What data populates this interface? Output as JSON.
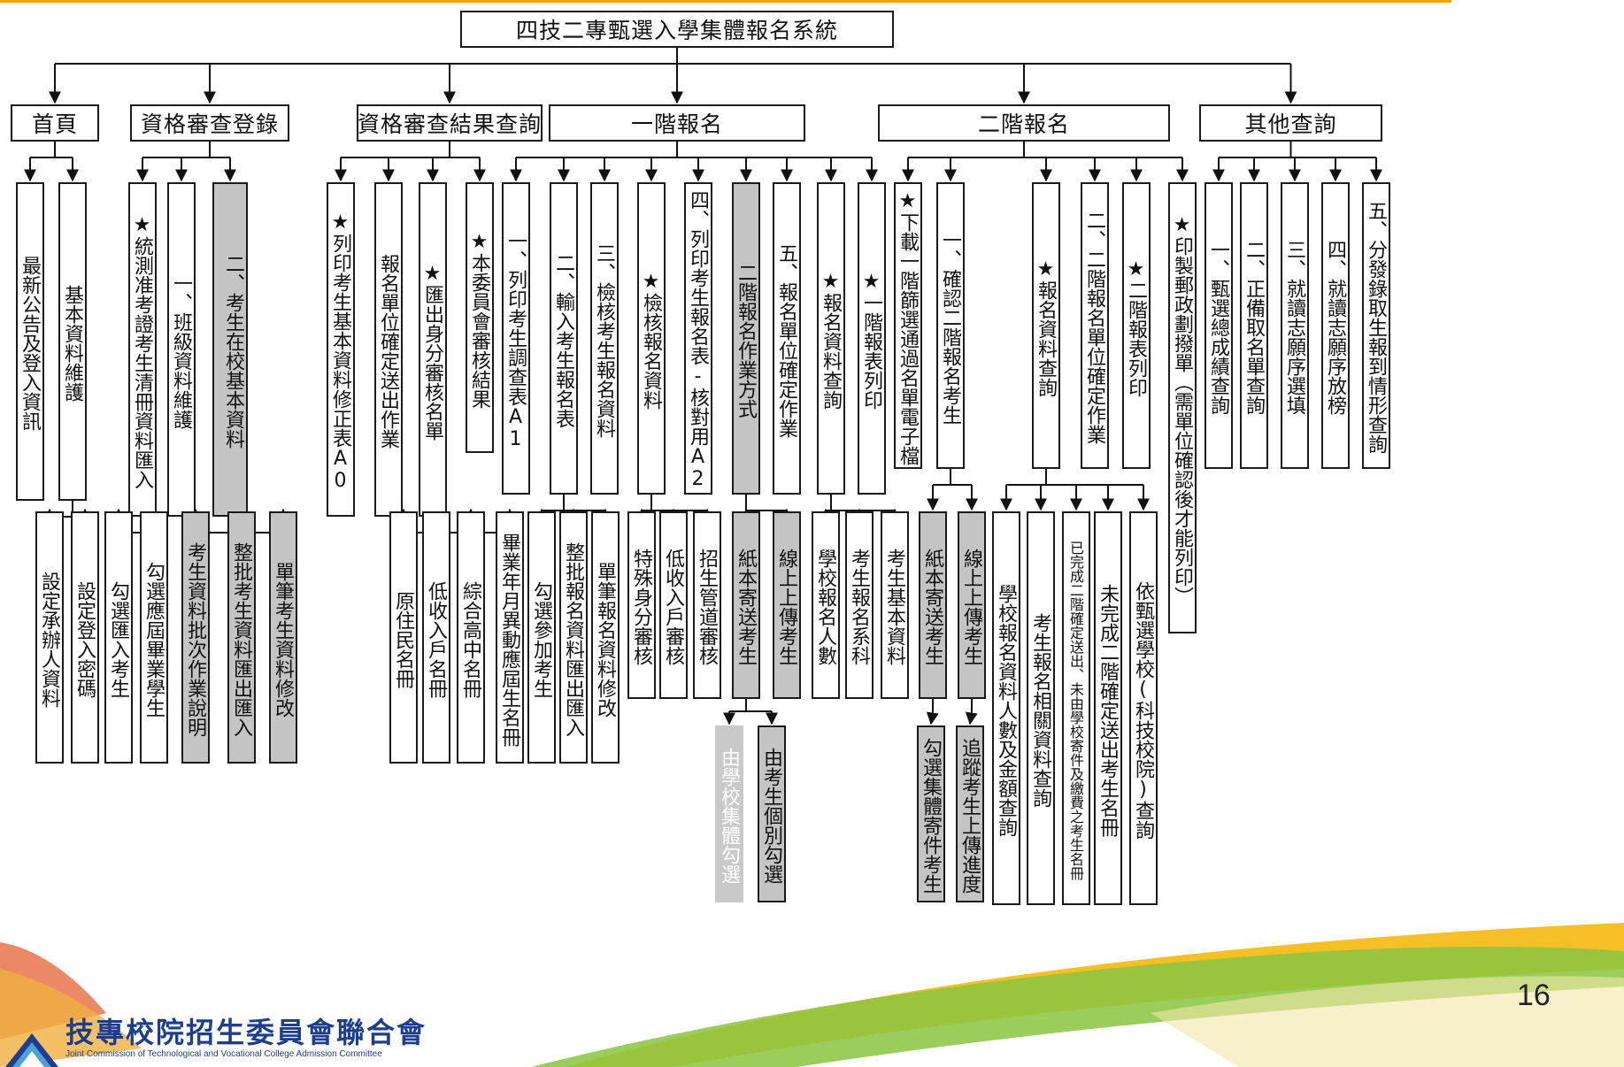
{
  "title": "四技二專甄選入學集體報名系統",
  "page_number": "16",
  "footer": {
    "org_name": "技專校院招生委員會聯合會",
    "org_name_en": "Joint Commission of Technological and Vocational College Admission Committee"
  },
  "sections": [
    {
      "label": "首頁",
      "children": [
        {
          "label": "最新公告及登入資訊",
          "children": []
        },
        {
          "label": "基本資料維護",
          "children": [
            {
              "label": "設定承辦人資料"
            },
            {
              "label": "設定登入密碼"
            }
          ]
        }
      ]
    },
    {
      "label": "資格審查登錄",
      "children": [
        {
          "label": "★統測准考證考生清冊資料匯入",
          "children": [
            {
              "label": "勾選匯入考生"
            },
            {
              "label": "勾選應屆畢業學生"
            }
          ]
        },
        {
          "label": "一、班級資料維護",
          "children": []
        },
        {
          "label": "二、考生在校基本資料",
          "gray": true,
          "children": [
            {
              "label": "考生資料批次作業說明",
              "gray": true
            },
            {
              "label": "整批考生資料匯出匯入",
              "gray": true
            },
            {
              "label": "單筆考生資料修改",
              "gray": true
            }
          ]
        }
      ]
    },
    {
      "label": "資格審查結果查詢",
      "children": [
        {
          "label": "★列印考生基本資料修正表A0",
          "children": []
        },
        {
          "label": "報名單位確定送出作業",
          "children": []
        },
        {
          "label": "★匯出身分審核名單",
          "children": [
            {
              "label": "原住民名冊"
            },
            {
              "label": "低收入戶名冊"
            },
            {
              "label": "綜合高中名冊"
            },
            {
              "label": "畢業年月異動應屆生名冊"
            }
          ]
        },
        {
          "label": "★本委員會審核結果",
          "children": []
        }
      ]
    },
    {
      "label": "一階報名",
      "children": [
        {
          "label": "一、列印考生調查表A1",
          "children": []
        },
        {
          "label": "二、輸入考生報名表",
          "children": [
            {
              "label": "勾選參加考生"
            },
            {
              "label": "整批報名資料匯出匯入"
            },
            {
              "label": "單筆報名資料修改"
            }
          ]
        },
        {
          "label": "三、檢核考生報名資料",
          "children": []
        },
        {
          "label": "★檢核報名資料",
          "children": [
            {
              "label": "特殊身分審核"
            },
            {
              "label": "低收入戶審核"
            },
            {
              "label": "招生管道審核"
            }
          ]
        },
        {
          "label": "四、列印考生報名表-核對用A2",
          "children": []
        },
        {
          "label": "二階報名作業方式",
          "gray": true,
          "children": [
            {
              "label": "紙本寄送考生",
              "gray": true,
              "children": [
                {
                  "label": "由學校集體勾選",
                  "lightgray": true
                },
                {
                  "label": "由考生個別勾選",
                  "gray": true
                }
              ]
            },
            {
              "label": "線上上傳考生",
              "gray": true
            }
          ]
        },
        {
          "label": "五、報名單位確定作業",
          "children": []
        },
        {
          "label": "★報名資料查詢",
          "children": [
            {
              "label": "學校報名人數"
            },
            {
              "label": "考生報名系科"
            },
            {
              "label": "考生基本資料"
            }
          ]
        },
        {
          "label": "★一階報表列印",
          "children": []
        }
      ]
    },
    {
      "label": "二階報名",
      "children": [
        {
          "label": "★下載一階篩選通過名單電子檔",
          "children": []
        },
        {
          "label": "一、確認二階報名考生",
          "children": [
            {
              "label": "紙本寄送考生",
              "gray": true,
              "children": [
                {
                  "label": "勾選集體寄件考生",
                  "gray": true
                }
              ]
            },
            {
              "label": "線上上傳考生",
              "gray": true,
              "children": [
                {
                  "label": "追蹤考生上傳進度",
                  "gray": true
                }
              ]
            }
          ]
        },
        {
          "label": "★報名資料查詢",
          "children": [
            {
              "label": "學校報名資料人數及金額查詢"
            },
            {
              "label": "考生報名相關資料查詢"
            },
            {
              "label": "已完成二階確定送出、未由學校寄件及繳費之考生名冊"
            },
            {
              "label": "未完成二階確定送出考生名冊"
            },
            {
              "label": "依甄選學校(科技校院)查詢"
            }
          ]
        },
        {
          "label": "二、二階報名單位確定作業",
          "children": []
        },
        {
          "label": "★二階報表列印",
          "children": []
        },
        {
          "label": "★印製郵政劃撥單（需單位確認後才能列印）",
          "children": []
        }
      ]
    },
    {
      "label": "其他查詢",
      "children": [
        {
          "label": "一、甄選總成績查詢",
          "children": []
        },
        {
          "label": "二、正備取名單查詢",
          "children": []
        },
        {
          "label": "三、就讀志願序選填",
          "children": []
        },
        {
          "label": "四、就讀志願序放榜",
          "children": []
        },
        {
          "label": "五、分發錄取生報到情形查詢",
          "children": []
        }
      ]
    }
  ]
}
